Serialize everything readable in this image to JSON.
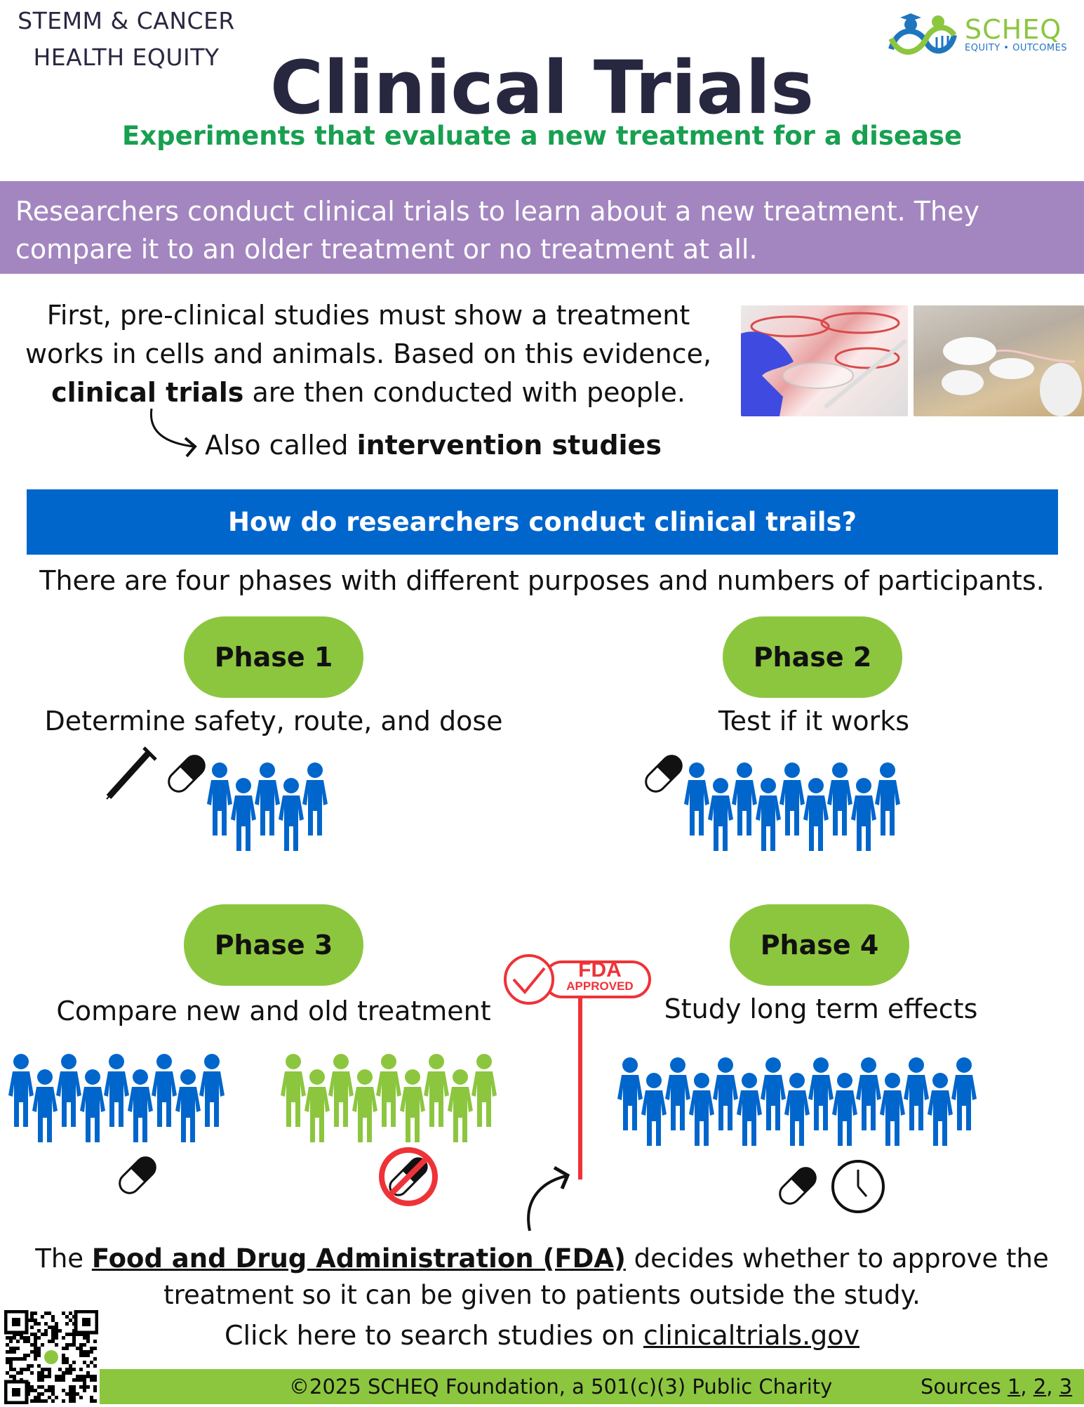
{
  "header": {
    "org_line1": "STEMM & CANCER",
    "org_line2": "HEALTH EQUITY",
    "logo_name": "SCHEQ",
    "logo_tagline": "EQUITY • OUTCOMES",
    "title": "Clinical Trials",
    "subtitle": "Experiments that evaluate a new treatment for a disease"
  },
  "intro": {
    "text": "Researchers conduct clinical trials to learn about a new treatment. They compare it to an older treatment or no treatment at all."
  },
  "preclinical": {
    "line1": "First, pre-clinical studies must show a treatment",
    "line2": "works in cells and animals. Based on this evidence,",
    "line3_bold": "clinical trials",
    "line3_rest": " are then conducted with people.",
    "also_prefix": "Also called ",
    "also_bold": "intervention studies",
    "photo1": "petri-dish-lab-photo",
    "photo2": "lab-mice-photo"
  },
  "section": {
    "heading": "How do researchers conduct clinical trails?",
    "lead": "There are four phases with different purposes and numbers of participants."
  },
  "phases": [
    {
      "label": "Phase 1",
      "description": "Determine safety, route, and dose"
    },
    {
      "label": "Phase 2",
      "description": "Test if it works"
    },
    {
      "label": "Phase 3",
      "description": "Compare new and old treatment"
    },
    {
      "label": "Phase 4",
      "description": "Study long term effects"
    }
  ],
  "fda_sign": {
    "line1": "FDA",
    "line2": "APPROVED"
  },
  "fda": {
    "prefix": "The ",
    "link": "Food and Drug Administration (FDA)",
    "line1_rest": " decides whether to approve the",
    "line2": "treatment so it can be given to patients outside the study."
  },
  "search": {
    "prefix": "Click here to search studies on ",
    "link": "clinicaltrials.gov"
  },
  "footer": {
    "copyright": "©2025 SCHEQ Foundation, a 501(c)(3) Public Charity",
    "sources_label": "Sources ",
    "sources": [
      "1",
      "2",
      "3"
    ]
  },
  "colors": {
    "blue": "#0066cc",
    "green": "#8cc63f",
    "purple": "#a386c0",
    "red": "#ee3338",
    "title": "#282740",
    "subtitle_green": "#17a050"
  }
}
